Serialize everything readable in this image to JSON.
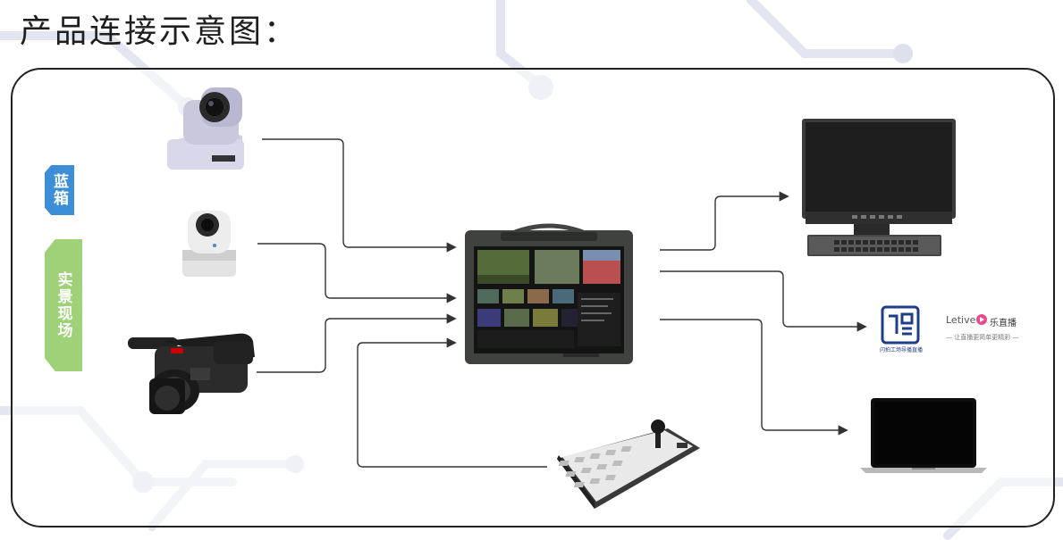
{
  "page": {
    "title": "产品连接示意图："
  },
  "tags": {
    "blue": "蓝箱",
    "green": "实景现场"
  },
  "logos": {
    "left_sub": "闪拍工场导播直播",
    "right_name": "Letive",
    "right_cn": "乐直播",
    "right_sub": "— 让直播更简单更精彩 —"
  },
  "colors": {
    "blue_tag": "#3c8ed6",
    "green_tag": "#9fd179",
    "lines": "#333333"
  }
}
